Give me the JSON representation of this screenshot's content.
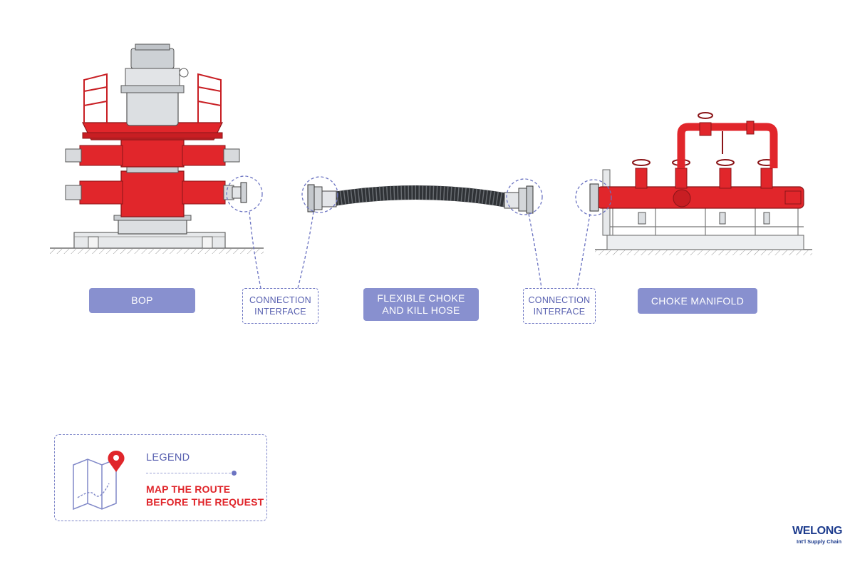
{
  "labels": {
    "bop": "BOP",
    "interface_left": "CONNECTION\nINTERFACE",
    "hose": "FLEXIBLE CHOKE\nAND KILL HOSE",
    "interface_right": "CONNECTION\nINTERFACE",
    "manifold": "CHOKE MANIFOLD"
  },
  "legend": {
    "title": "LEGEND",
    "line1": "MAP THE ROUTE",
    "line2": "BEFORE THE REQUEST",
    "icon": "map-pin-icon"
  },
  "logo": {
    "name": "WELONG",
    "tagline": "Int'l Supply Chain"
  },
  "colors": {
    "equipment_red": "#e1262b",
    "equipment_grey": "#dcdfe2",
    "label_fill": "#8890cf",
    "dashed_accent": "#6c74c2",
    "legend_red": "#e0262b",
    "logo_blue": "#1b3a8c"
  }
}
